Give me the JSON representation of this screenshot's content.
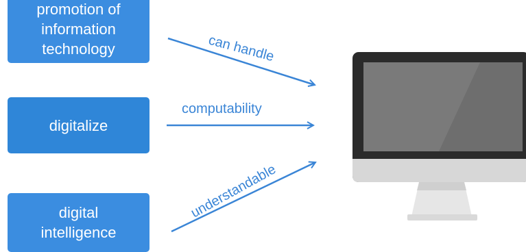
{
  "nodes": [
    {
      "lines": [
        "promotion of",
        "information",
        "technology"
      ]
    },
    {
      "lines": [
        "digitalize"
      ]
    },
    {
      "lines": [
        "digital",
        "intelligence"
      ]
    }
  ],
  "edges": [
    {
      "label": "can handle"
    },
    {
      "label": "computability"
    },
    {
      "label": "understandable"
    }
  ],
  "target": {
    "icon": "desktop-monitor-icon"
  },
  "colors": {
    "box": "#3b8de0",
    "arrow": "#3a85d6",
    "monitor_bezel": "#2b2b2b",
    "monitor_screen": "#6e6e6e"
  }
}
